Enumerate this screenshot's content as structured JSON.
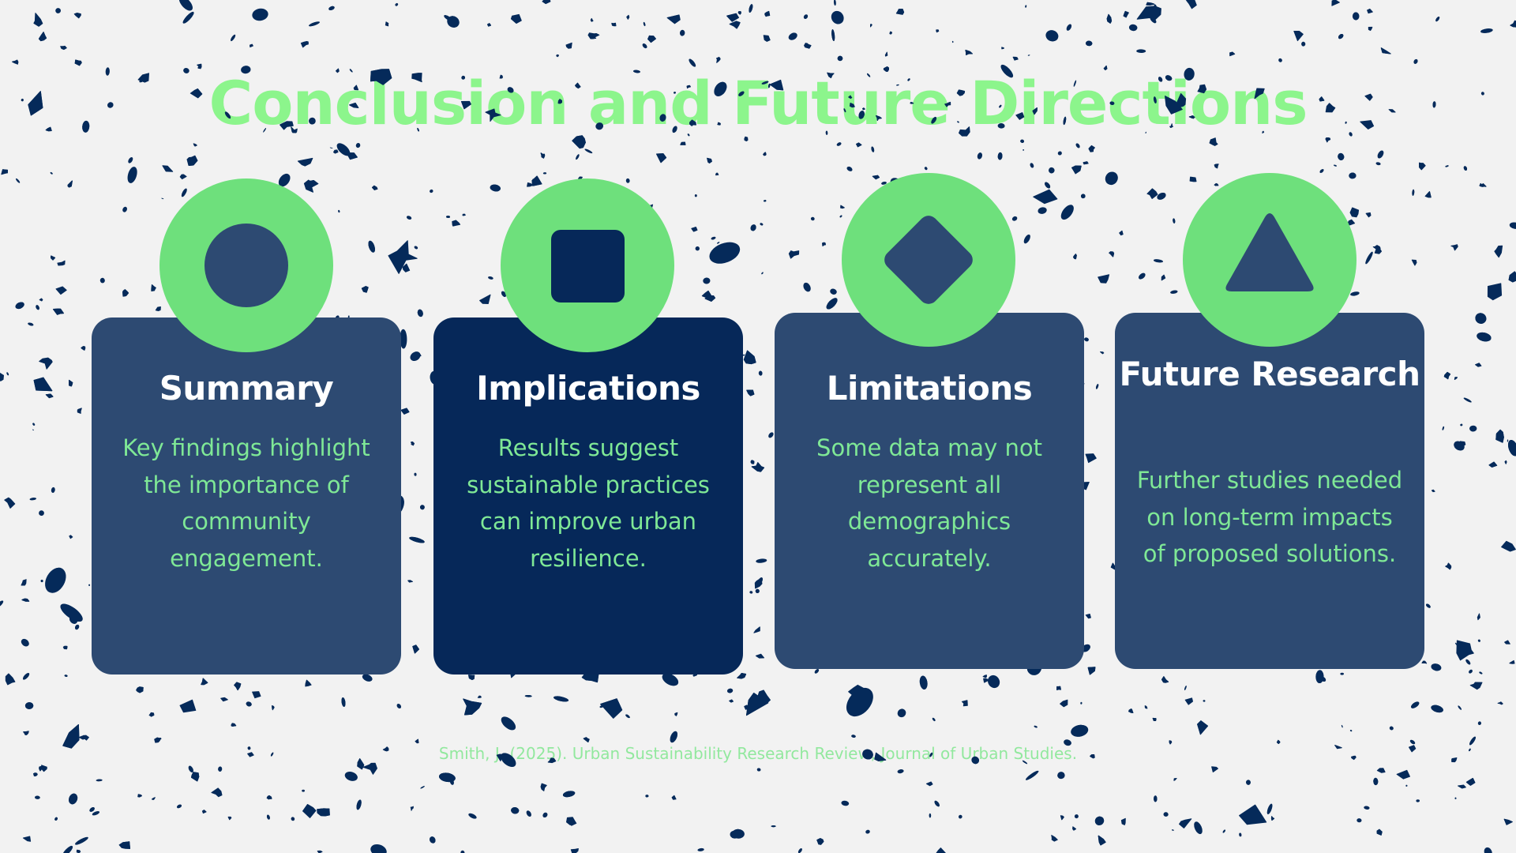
{
  "slide": {
    "title": "Conclusion and Future Directions",
    "citation": "Smith, J. (2025). Urban Sustainability Research Review, Journal of Urban Studies."
  },
  "colors": {
    "background": "#f2f2f2",
    "splatter": "#052a5a",
    "accent_green": "#6ee07c",
    "title_green": "#8cf58c",
    "body_green": "#7fe896",
    "card_blue": "#2d4a72",
    "card_navy": "#062859",
    "heading_white": "#ffffff"
  },
  "cards": [
    {
      "icon": "circle-icon",
      "heading": "Summary",
      "body": "Key findings highlight the importance of community engagement."
    },
    {
      "icon": "square-icon",
      "heading": "Implications",
      "body": "Results suggest sustainable practices can improve urban resilience."
    },
    {
      "icon": "diamond-icon",
      "heading": "Limitations",
      "body": "Some data may not represent all demographics accurately."
    },
    {
      "icon": "triangle-icon",
      "heading": "Future Research",
      "body": "Further studies needed on long-term impacts of proposed solutions."
    }
  ]
}
